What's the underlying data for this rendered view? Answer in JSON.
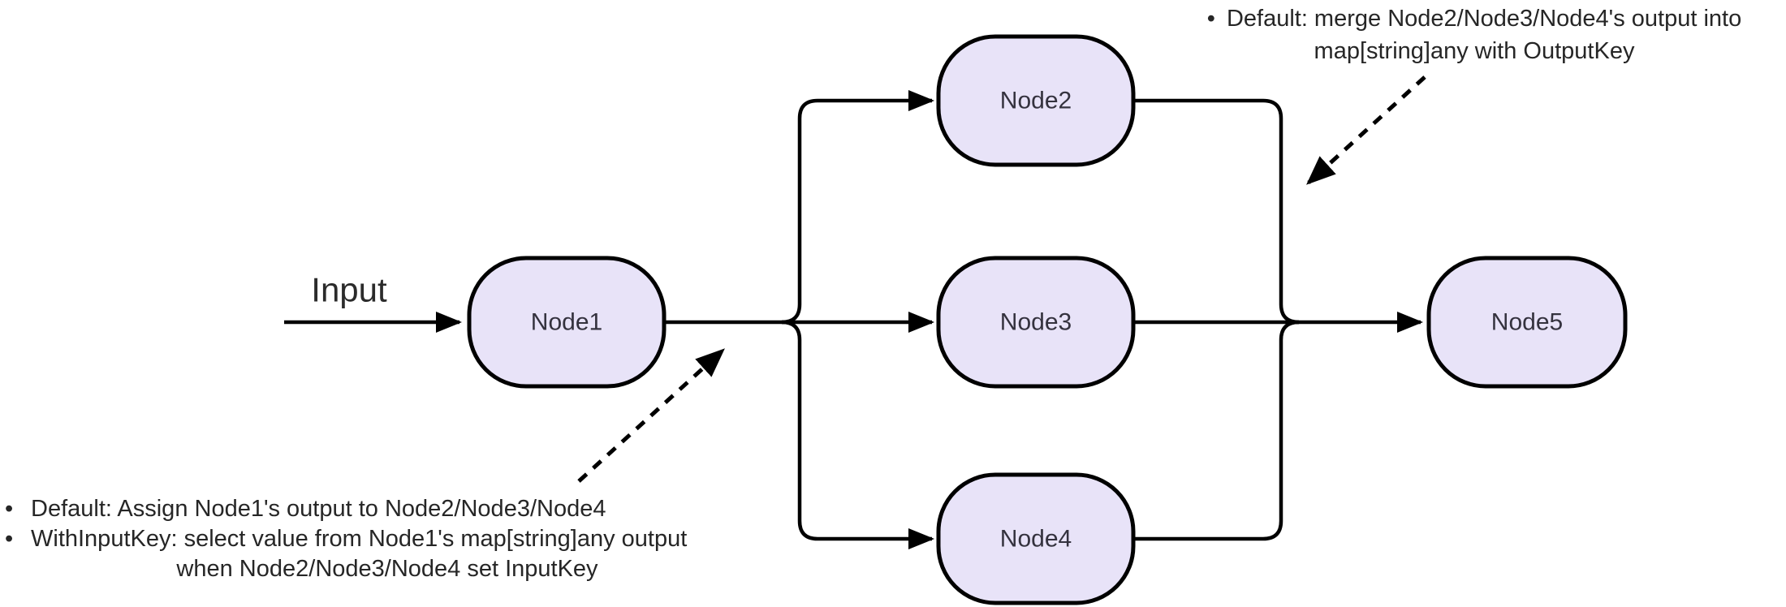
{
  "diagram": {
    "input_label": "Input",
    "nodes": [
      {
        "label": "Node1"
      },
      {
        "label": "Node2"
      },
      {
        "label": "Node3"
      },
      {
        "label": "Node4"
      },
      {
        "label": "Node5"
      }
    ],
    "notes": {
      "merge": {
        "bullet": "•",
        "lines": [
          "Default: merge Node2/Node3/Node4's output into",
          "map[string]any with OutputKey"
        ]
      },
      "assign": {
        "bullet": "•",
        "items": [
          {
            "lines": [
              "Default: Assign Node1's output to Node2/Node3/Node4"
            ]
          },
          {
            "lines": [
              "WithInputKey: select value from Node1's map[string]any output",
              "when Node2/Node3/Node4 set InputKey"
            ]
          }
        ]
      }
    },
    "colors": {
      "node_fill": "#E8E3F8",
      "node_stroke": "#000000",
      "edge": "#000000",
      "node_label_text": "#34323E",
      "note_text": "#262626"
    }
  }
}
